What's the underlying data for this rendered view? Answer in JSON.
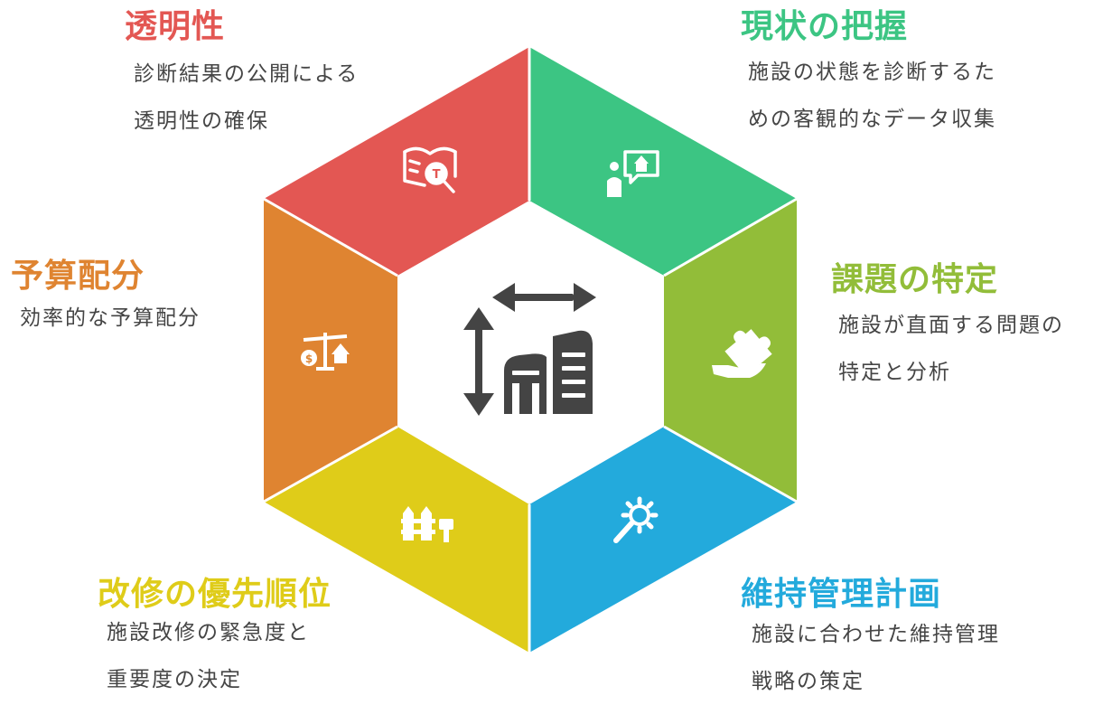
{
  "center": {
    "icon": "building-with-dimension-arrows-icon"
  },
  "segments": [
    {
      "key": "transparency",
      "title": "透明性",
      "lines": [
        "診断結果の公開による",
        "透明性の確保"
      ],
      "color": "#e35753",
      "icon": "book-magnifier-icon"
    },
    {
      "key": "current-status",
      "title": "現状の把握",
      "lines": [
        "施設の状態を診断するた",
        "めの客観的なデータ収集"
      ],
      "color": "#3cc583",
      "icon": "person-house-speech-icon"
    },
    {
      "key": "issue-identification",
      "title": "課題の特定",
      "lines": [
        "施設が直面する問題の",
        "特定と分析"
      ],
      "color": "#92bd39",
      "icon": "hand-puzzle-icon"
    },
    {
      "key": "maintenance-plan",
      "title": "維持管理計画",
      "lines": [
        "施設に合わせた維持管理",
        "戦略の策定"
      ],
      "color": "#23aadc",
      "icon": "wrench-gear-icon"
    },
    {
      "key": "renovation-priority",
      "title": "改修の優先順位",
      "lines": [
        "施設改修の緊急度と",
        "重要度の決定"
      ],
      "color": "#dfcc19",
      "icon": "fence-paintbrush-icon"
    },
    {
      "key": "budget-allocation",
      "title": "予算配分",
      "lines": [
        "効率的な予算配分"
      ],
      "color": "#df8431",
      "icon": "scale-money-house-icon"
    }
  ]
}
